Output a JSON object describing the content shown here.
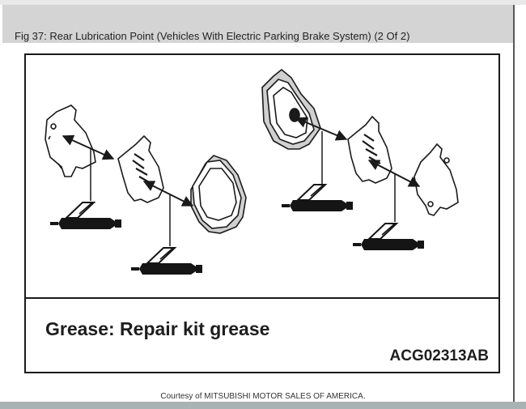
{
  "header": {
    "title": "Fig 37: Rear Lubrication Point (Vehicles With Electric Parking Brake System) (2 Of 2)"
  },
  "figure": {
    "legend": "Grease: Repair kit grease",
    "code": "ACG02313AB",
    "icons": {
      "grease_tube": "grease-tube-icon",
      "lubrication_arrow": "double-arrow-icon"
    },
    "colors": {
      "line": "#1a1a1a",
      "part_fill": "#ffffff",
      "shadow": "#c8c8c8"
    }
  },
  "footer": {
    "credit": "Courtesy of MITSUBISHI MOTOR SALES OF AMERICA."
  }
}
